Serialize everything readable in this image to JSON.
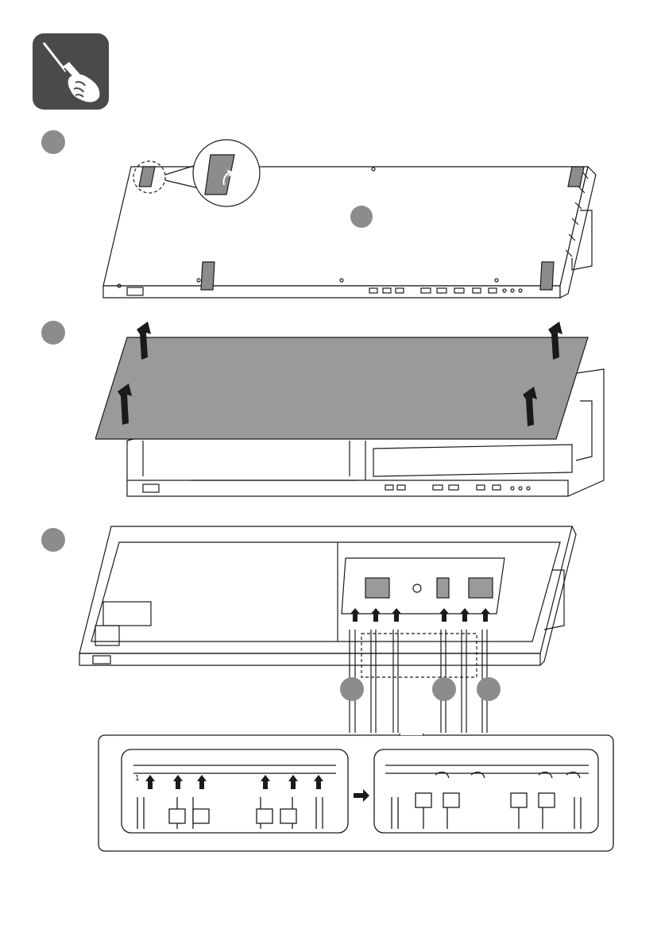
{
  "page": {
    "tool_icon": "screwdriver-hand-icon",
    "steps": [
      {
        "name": "step-1",
        "callouts": 1
      },
      {
        "name": "step-2"
      },
      {
        "name": "step-3",
        "callouts": 3
      }
    ],
    "detail_label": "1",
    "colors": {
      "icon_bg": "#4a4a4a",
      "step_marker": "#8c8c8c",
      "cover_fill": "#9a9a9a",
      "line": "#1a1a1a"
    }
  }
}
